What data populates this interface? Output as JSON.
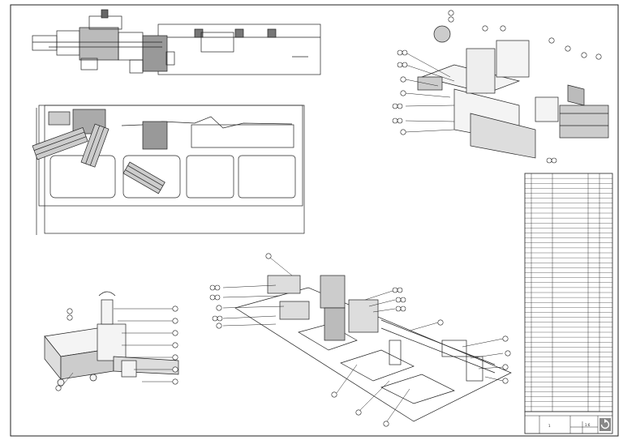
{
  "sheet": {
    "title_block": {
      "cells": [
        "1",
        "1:6"
      ],
      "logo": "rotate-arrow-icon"
    },
    "bom_rows": 48,
    "colors": {
      "line": "#1a1a1a",
      "paper": "#ffffff"
    }
  },
  "views": [
    {
      "id": "top-view"
    },
    {
      "id": "front-view"
    },
    {
      "id": "iso-detail-view"
    },
    {
      "id": "iso-sub-assembly-view"
    },
    {
      "id": "iso-main-assembly-view"
    }
  ]
}
